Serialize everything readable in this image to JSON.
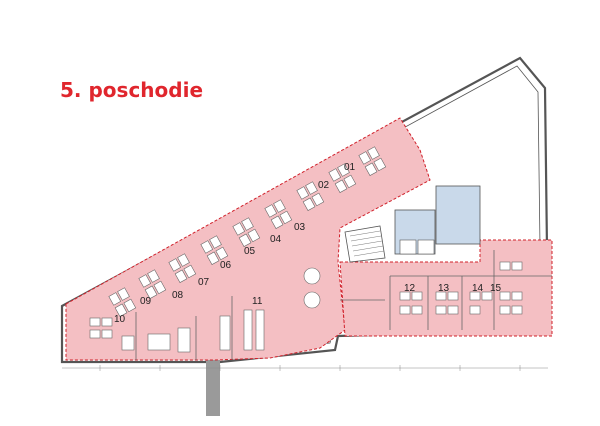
{
  "title": "5. poschodie",
  "colors": {
    "title": "#e0262d",
    "zone_fill": "#f4bfc3",
    "zone_border": "#d0202a",
    "wall": "#555555",
    "core_fill": "#c9d9ea"
  },
  "rooms": [
    {
      "label": "01"
    },
    {
      "label": "02"
    },
    {
      "label": "03"
    },
    {
      "label": "04"
    },
    {
      "label": "05"
    },
    {
      "label": "06"
    },
    {
      "label": "07"
    },
    {
      "label": "08"
    },
    {
      "label": "09"
    },
    {
      "label": "10"
    },
    {
      "label": "11"
    },
    {
      "label": "12"
    },
    {
      "label": "13"
    },
    {
      "label": "14"
    },
    {
      "label": "15"
    }
  ]
}
